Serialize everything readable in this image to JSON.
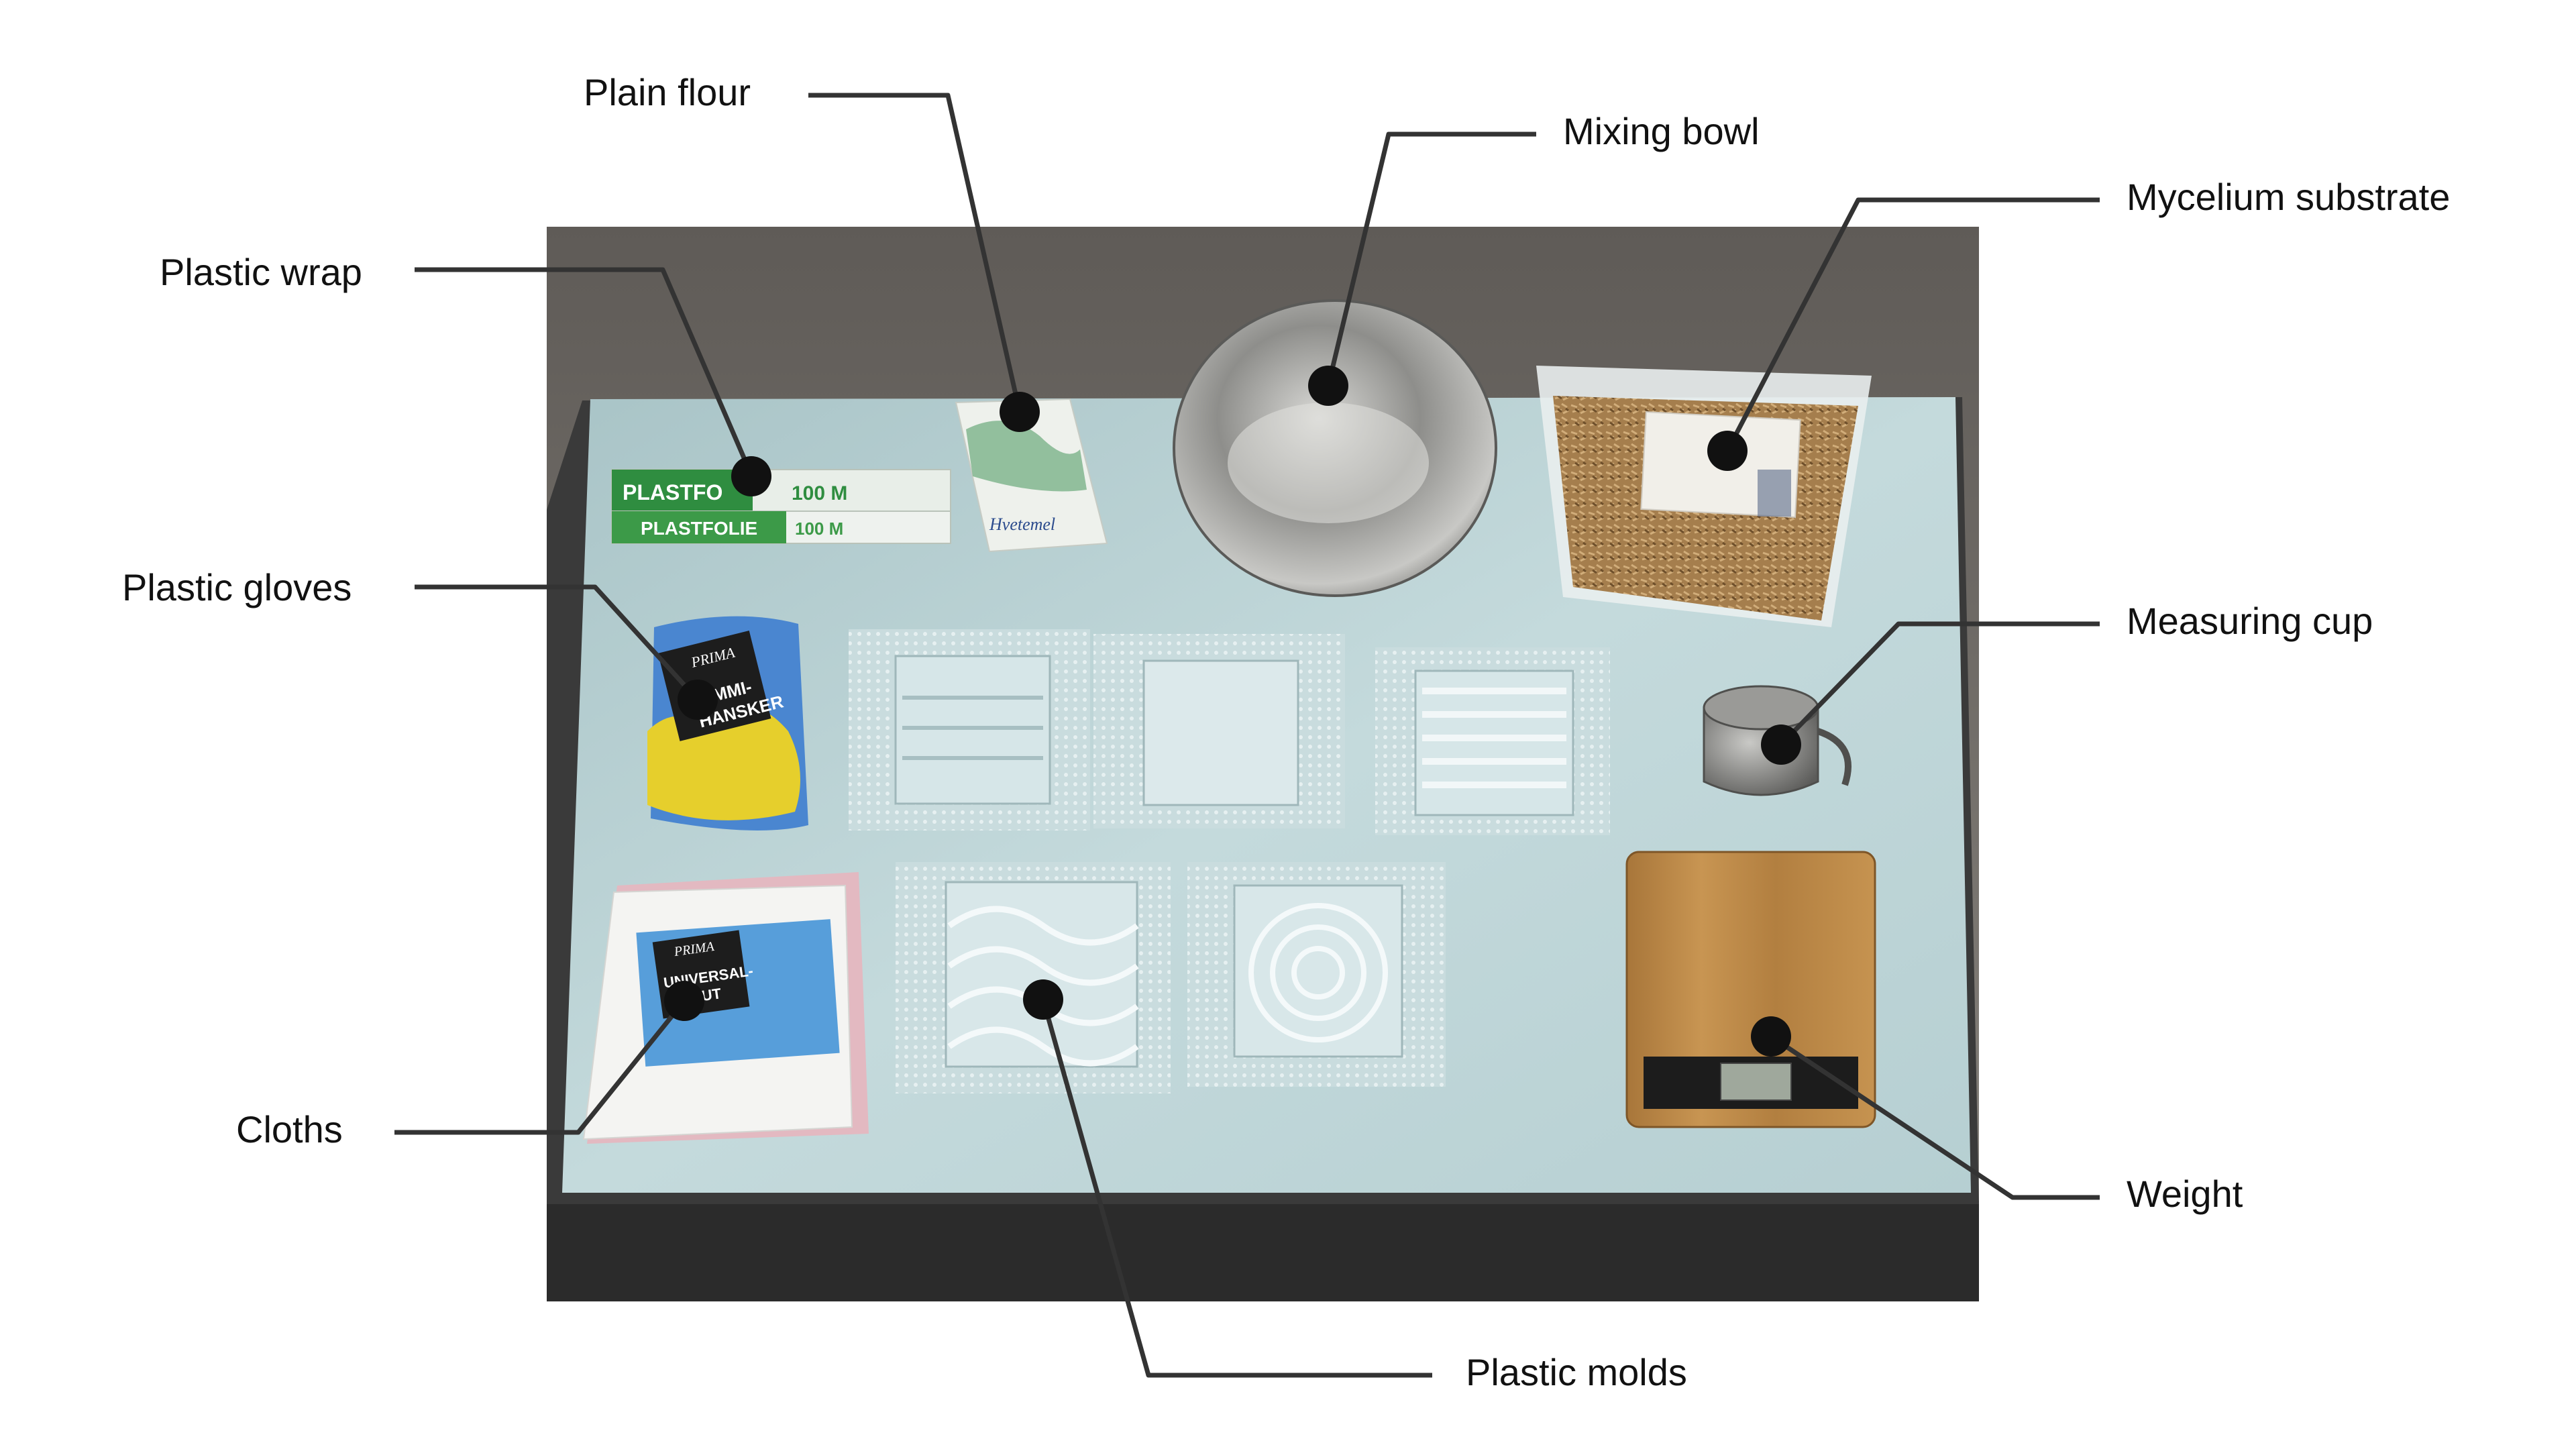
{
  "labels": {
    "plastic_wrap": "Plastic wrap",
    "plain_flour": "Plain flour",
    "mixing_bowl": "Mixing bowl",
    "mycelium_substrate": "Mycelium substrate",
    "plastic_gloves": "Plastic gloves",
    "measuring_cup": "Measuring cup",
    "cloths": "Cloths",
    "weight": "Weight",
    "plastic_molds": "Plastic molds"
  },
  "product_text": {
    "wrap_brand": "PLASTFOLIE",
    "wrap_length": "100 M",
    "gloves_brand": "PRIMA",
    "gloves_name": "GUMMI-HANSKER",
    "cloths_brand": "PRIMA",
    "cloths_name": "UNIVERSAL-KLUT",
    "flour_name": "Hvetemel"
  },
  "colors": {
    "line": "#333333",
    "dot": "#111111",
    "wall": "#6f6b66",
    "table": "#bfd6d8",
    "floor": "#2a2a2a",
    "wrap_green": "#3c9a48",
    "glove_yellow": "#e3cc2a",
    "glove_blue": "#3b74c8",
    "wood": "#b98745",
    "steel": "#a9a9a6",
    "substrate": "#a07a4a"
  }
}
